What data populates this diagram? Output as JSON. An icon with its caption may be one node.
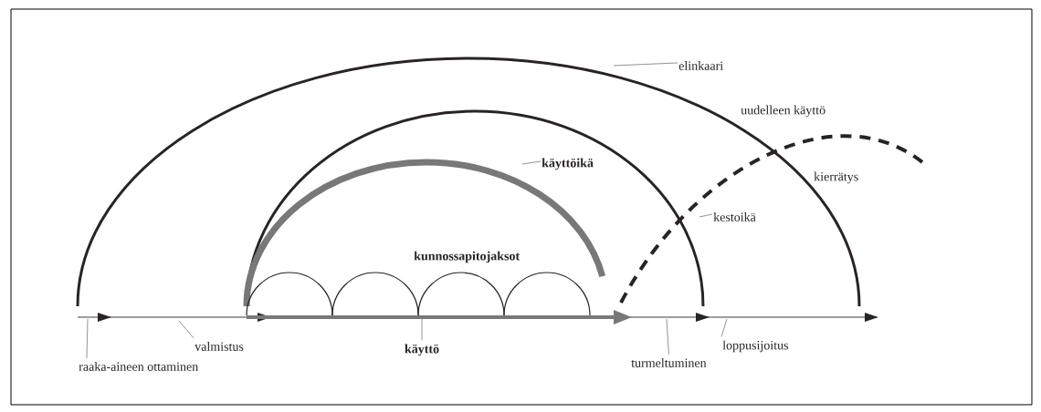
{
  "diagram": {
    "nodes": [
      {
        "text": [
          "elinkaari"
        ]
      },
      {
        "text": [
          "käyttöikä"
        ]
      },
      {
        "text": [
          "kestoikä"
        ]
      },
      {
        "text": [
          "valmistus"
        ]
      },
      {
        "text": [
          "raaka-aineen ottaminen"
        ]
      },
      {
        "text": [
          "käyttö"
        ]
      },
      {
        "text": [
          "turmeltuminen"
        ]
      },
      {
        "text": [
          "loppusijoitus"
        ]
      }
    ],
    "edges": [
      {
        "from": 0,
        "to": null,
        "arrow": "none"
      },
      {
        "from": 1,
        "to": null,
        "arrow": "none"
      },
      {
        "from": 2,
        "to": null,
        "arrow": "none"
      },
      {
        "from": 3,
        "to": null,
        "arrow": "none"
      },
      {
        "from": 4,
        "to": null,
        "arrow": "none"
      },
      {
        "from": 5,
        "to": null,
        "arrow": "none"
      },
      {
        "from": 6,
        "to": null,
        "arrow": "none"
      },
      {
        "from": 7,
        "to": null,
        "arrow": "none"
      }
    ],
    "labels": [
      "uudelleen käyttö",
      "kierrätys",
      "kunnossapitojaksot"
    ]
  }
}
